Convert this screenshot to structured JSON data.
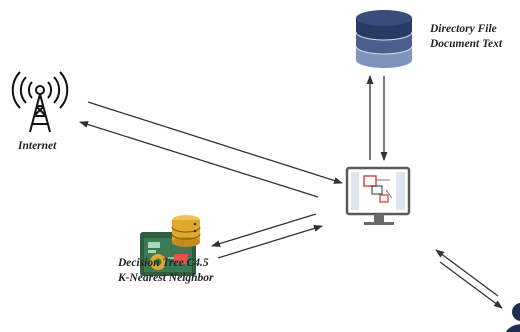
{
  "nodes": {
    "internet": {
      "label": "Internet",
      "icon": "radio-tower-icon"
    },
    "directory": {
      "lines": [
        "Directory File",
        "Document Text"
      ],
      "icon": "database-icon"
    },
    "computer": {
      "icon": "desktop-monitor-icon"
    },
    "algorithms": {
      "lines": [
        "Decision Tree C4.5",
        "K-Nearest Neighbor"
      ],
      "icon": "server-gear-icon"
    },
    "user": {
      "icon": "user-icon"
    }
  },
  "colors": {
    "arrow": "#333333",
    "database_top": "#2a3b63",
    "database_mid": "#4b5f8e",
    "database_low": "#7f93bd",
    "monitor_frame": "#5a5a5a",
    "user": "#1f2f4f"
  }
}
